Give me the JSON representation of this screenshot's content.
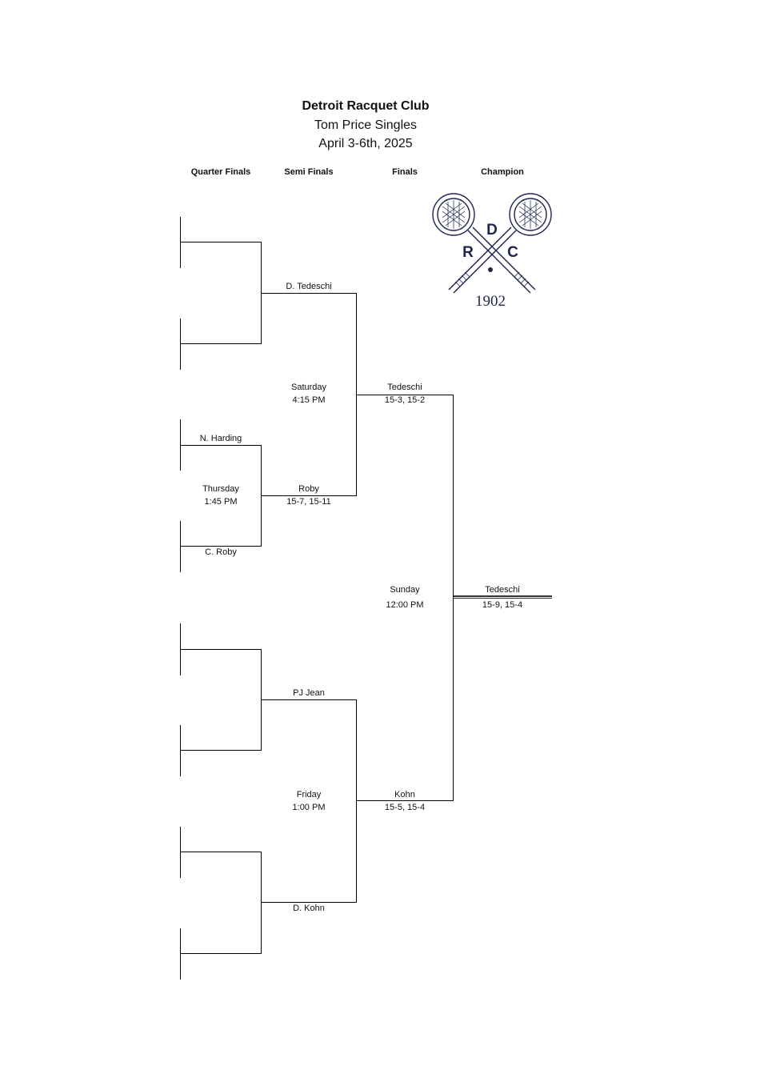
{
  "header": {
    "club": "Detroit Racquet Club",
    "event": "Tom Price Singles",
    "dates": "April 3-6th, 2025"
  },
  "columns": {
    "quarter": "Quarter Finals",
    "semi": "Semi Finals",
    "finals": "Finals",
    "champion": "Champion"
  },
  "logo": {
    "letter_d": "D",
    "letter_r": "R",
    "letter_c": "C",
    "year": "1902",
    "color": "#1f2350"
  },
  "quarter_finals": {
    "match_a_top": "N. Harding",
    "match_a_day": "Thursday",
    "match_a_time": "1:45 PM",
    "match_a_bottom": "C. Roby"
  },
  "semi_finals": {
    "top_player": "D. Tedeschi",
    "top_day": "Saturday",
    "top_time": "4:15 PM",
    "top_winner": "Roby",
    "top_winner_score": "15-7, 15-11",
    "bottom_player": "PJ Jean",
    "bottom_day": "Friday",
    "bottom_time": "1:00 PM",
    "bottom_player2": "D. Kohn"
  },
  "finals": {
    "top_winner": "Tedeschi",
    "top_score": "15-3, 15-2",
    "day": "Sunday",
    "time": "12:00 PM",
    "bottom_winner": "Kohn",
    "bottom_score": "15-5, 15-4"
  },
  "champion": {
    "name": "Tedeschi",
    "score": "15-9, 15-4"
  }
}
